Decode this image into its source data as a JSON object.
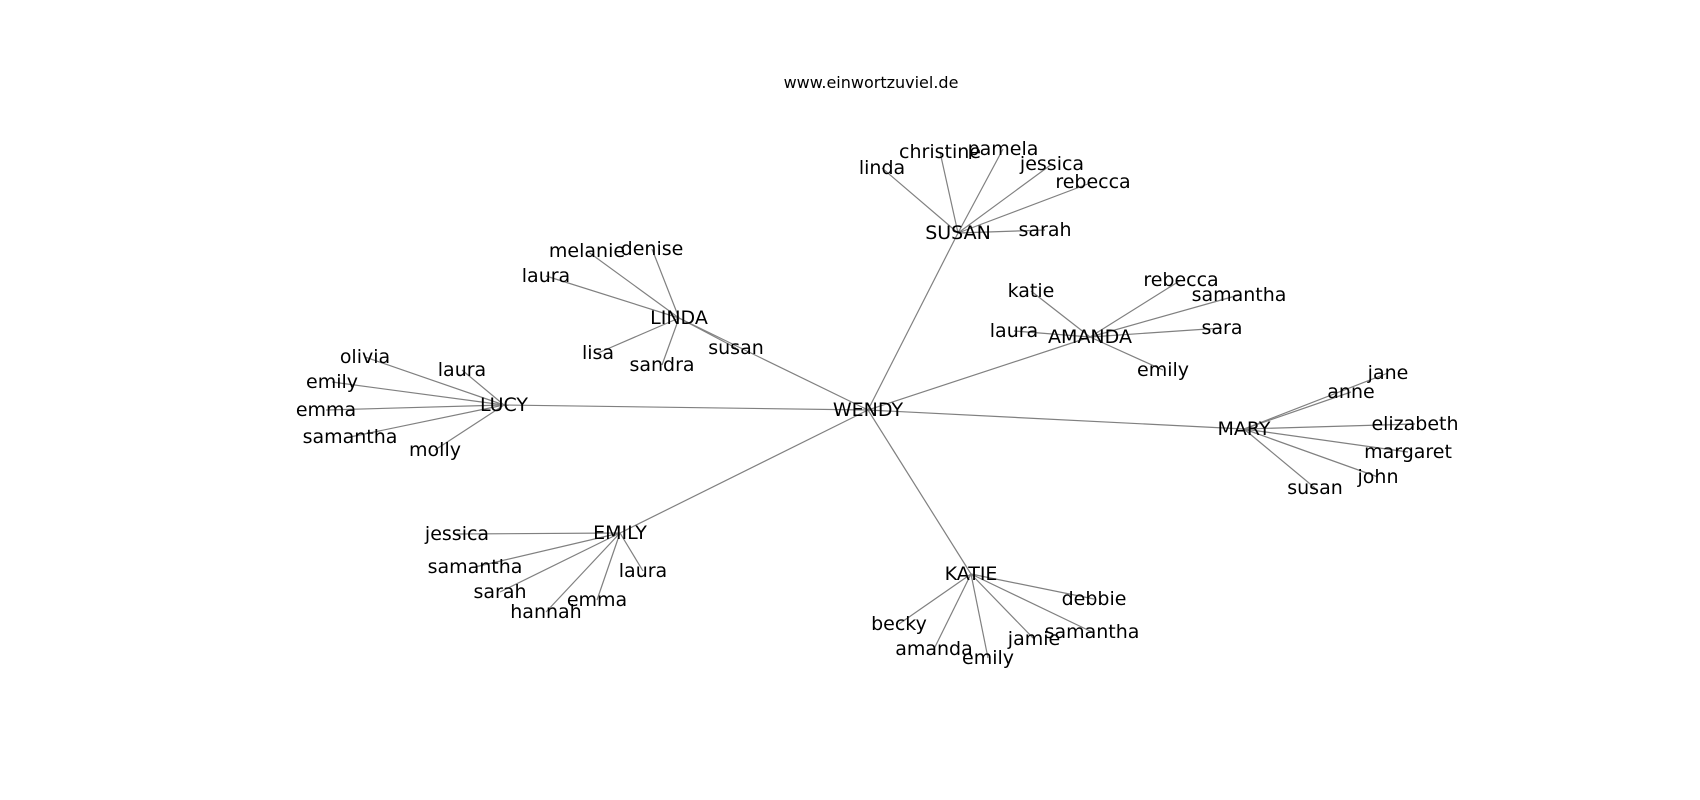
{
  "header": {
    "site": "www.einwortzuviel.de"
  },
  "graph": {
    "center": "WENDY",
    "hubs": [
      {
        "name": "SUSAN",
        "leaves": [
          "linda",
          "christine",
          "pamela",
          "jessica",
          "rebecca",
          "sarah"
        ]
      },
      {
        "name": "LINDA",
        "leaves": [
          "melanie",
          "denise",
          "laura",
          "lisa",
          "sandra",
          "susan"
        ]
      },
      {
        "name": "AMANDA",
        "leaves": [
          "katie",
          "rebecca",
          "samantha",
          "laura",
          "sara",
          "emily"
        ]
      },
      {
        "name": "LUCY",
        "leaves": [
          "olivia",
          "laura",
          "emily",
          "emma",
          "samantha",
          "molly"
        ]
      },
      {
        "name": "MARY",
        "leaves": [
          "jane",
          "anne",
          "elizabeth",
          "margaret",
          "john",
          "susan"
        ]
      },
      {
        "name": "EMILY",
        "leaves": [
          "jessica",
          "samantha",
          "laura",
          "sarah",
          "emma",
          "hannah"
        ]
      },
      {
        "name": "KATIE",
        "leaves": [
          "debbie",
          "becky",
          "samantha",
          "jamie",
          "amanda",
          "emily"
        ]
      }
    ]
  }
}
